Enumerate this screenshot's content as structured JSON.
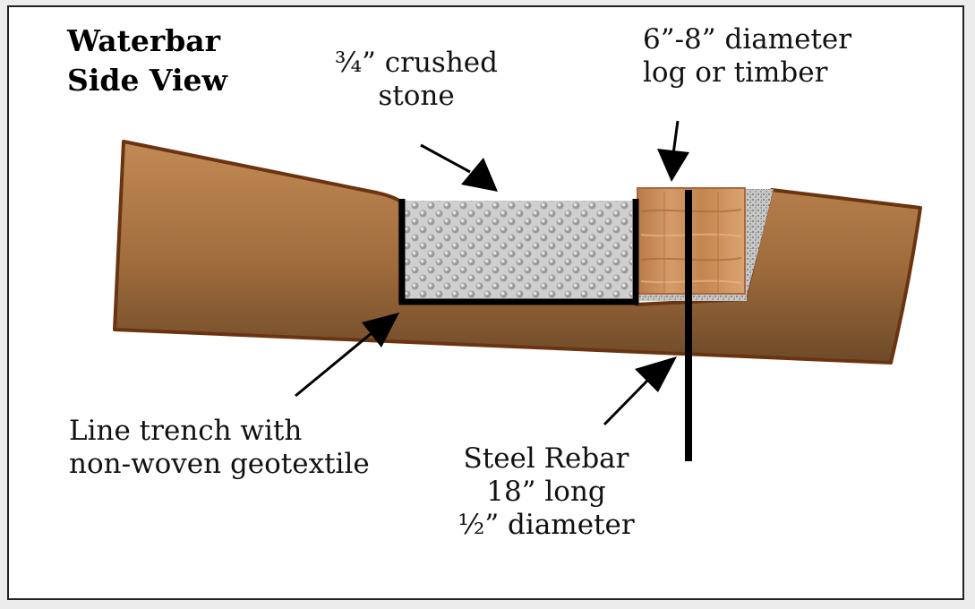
{
  "title": {
    "line1": "Waterbar",
    "line2": "Side View"
  },
  "labels": {
    "stone": {
      "line1": "¾” crushed",
      "line2": "stone"
    },
    "log": {
      "line1": "6”-8” diameter",
      "line2": "log or timber"
    },
    "trench": {
      "line1": "Line trench with",
      "line2": "non-woven geotextile"
    },
    "rebar": {
      "line1": "Steel Rebar",
      "line2": "18” long",
      "line3": "½” diameter"
    }
  },
  "colors": {
    "soil_light": "#c28a55",
    "soil_dark": "#6e4a29",
    "soil_outline": "#6b3410",
    "stone_light": "#d9d9d9",
    "stone_dark": "#8e8e8e",
    "log": "#c98a58",
    "line": "#000000"
  }
}
